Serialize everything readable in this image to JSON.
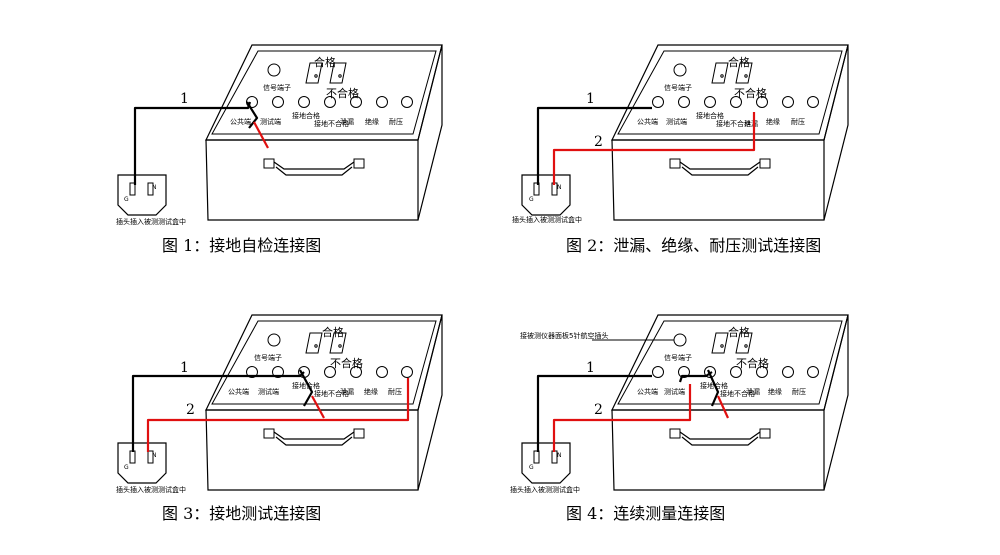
{
  "device": {
    "pass": "合格",
    "fail": "不合格",
    "signal_terminal": "信号端子",
    "terminals": [
      "公共端",
      "测试端",
      "接地合格",
      "接地不合格",
      "泄漏",
      "绝缘",
      "耐压"
    ]
  },
  "plug": {
    "pin_g": "G",
    "pin_n": "N",
    "note": "插头插入被测测试盒中"
  },
  "diagram4_note": "接被测仪器面板5针航空插头",
  "wire_labels": {
    "one": "1",
    "two": "2"
  },
  "captions": [
    "图 1：接地自检连接图",
    "图 2：泄漏、绝缘、耐压测试连接图",
    "图 3：接地测试连接图",
    "图 4：连续测量连接图"
  ]
}
